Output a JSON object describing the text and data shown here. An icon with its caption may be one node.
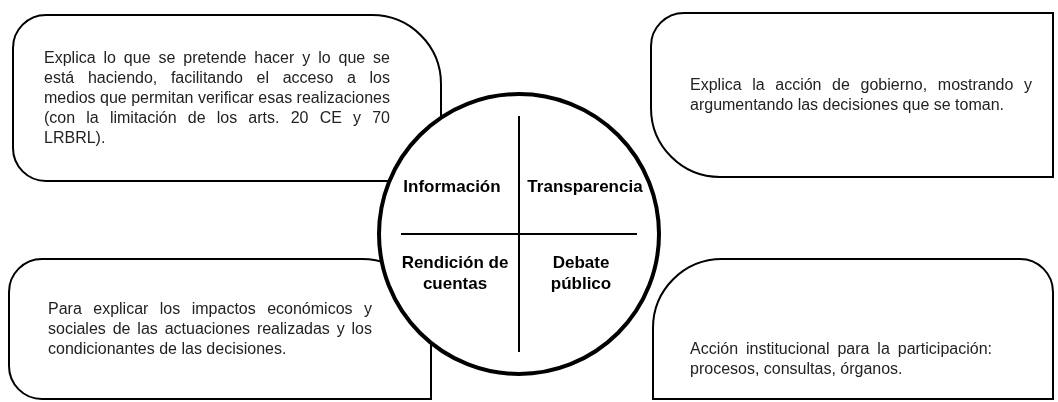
{
  "diagram": {
    "nodes": [
      {
        "text": [
          "Explica lo que se pretende hacer y lo que se está haciendo, facilitando el acceso a los medios que permitan verificar esas realizaciones (con la limitación de los arts. 20 CE y 70 LRBRL)."
        ]
      },
      {
        "text": [
          "Explica la acción de gobierno, mostrando y argumentando las decisiones que se toman."
        ]
      },
      {
        "text": [
          "Información",
          "Transparencia",
          "Rendición de cuentas",
          "Debate público"
        ]
      },
      {
        "text": [
          "Para explicar los impactos económicos y sociales de las actuaciones realizadas y los condicionantes de las decisiones."
        ]
      },
      {
        "text": [
          "Acción institucional para la participación: procesos, consultas, órganos."
        ]
      }
    ],
    "edges": []
  }
}
